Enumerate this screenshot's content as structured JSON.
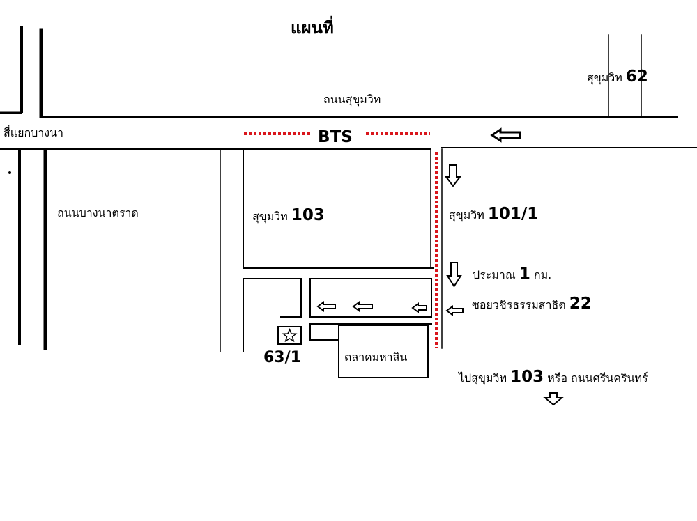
{
  "title": "แผนที่",
  "roads": {
    "sukhumvit": "ถนนสุขุมวิท",
    "bangna_intersection": "สี่แยกบางนา",
    "bangna_trad": "ถนนบางนาตราด",
    "sukhumvit_62_text": "สุขุมวิท",
    "sukhumvit_62_num": "62",
    "sukhumvit_103_text": "สุขุมวิท",
    "sukhumvit_103_num": "103",
    "sukhumvit_101_1_text": "สุขุมวิท",
    "sukhumvit_101_1_num": "101/1",
    "soi_wachira_text": "ซอยวชิรธรรมสาธิต",
    "soi_wachira_num": "22"
  },
  "bts_label": "BTS",
  "distance": {
    "prefix": "ประมาณ",
    "value": "1",
    "unit": "กม."
  },
  "destination": {
    "house_number": "63/1",
    "market": "ตลาดมหาสิน"
  },
  "onward": {
    "prefix": "ไปสุขุมวิท",
    "num": "103",
    "suffix": "หรือ ถนนศรีนครินทร์"
  },
  "icons": {
    "destination": "star-icon",
    "arrow_left": "arrow-left-icon",
    "arrow_down": "arrow-down-icon"
  },
  "colors": {
    "road_line": "#000000",
    "bts_line": "#d9161c"
  }
}
